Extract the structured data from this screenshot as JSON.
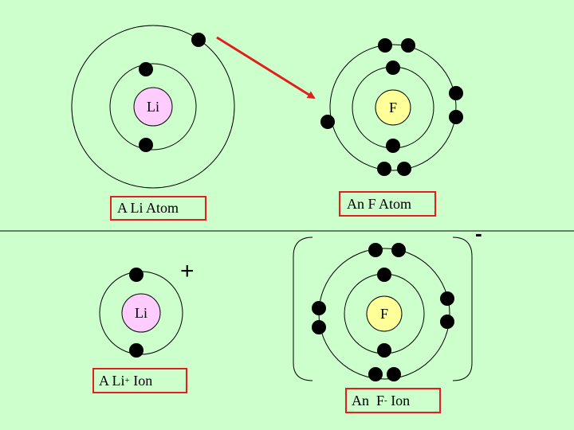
{
  "colors": {
    "background": "#ccffcc",
    "li_nucleus": "#ffccff",
    "f_nucleus": "#ffff99",
    "arrow": "#e02020",
    "box_border": "#e02020",
    "electron": "#000000"
  },
  "top": {
    "li_atom": {
      "symbol": "Li",
      "label": "A Li Atom"
    },
    "f_atom": {
      "symbol": "F",
      "label": "An  F Atom"
    }
  },
  "bottom": {
    "li_ion": {
      "symbol": "Li",
      "label_prefix": "A Li",
      "label_sup": "+",
      "label_suffix": " Ion",
      "charge": "+"
    },
    "f_ion": {
      "symbol": "F",
      "label_prefix": "An  F",
      "label_sup": "-",
      "label_suffix": " Ion",
      "charge": "-"
    }
  }
}
